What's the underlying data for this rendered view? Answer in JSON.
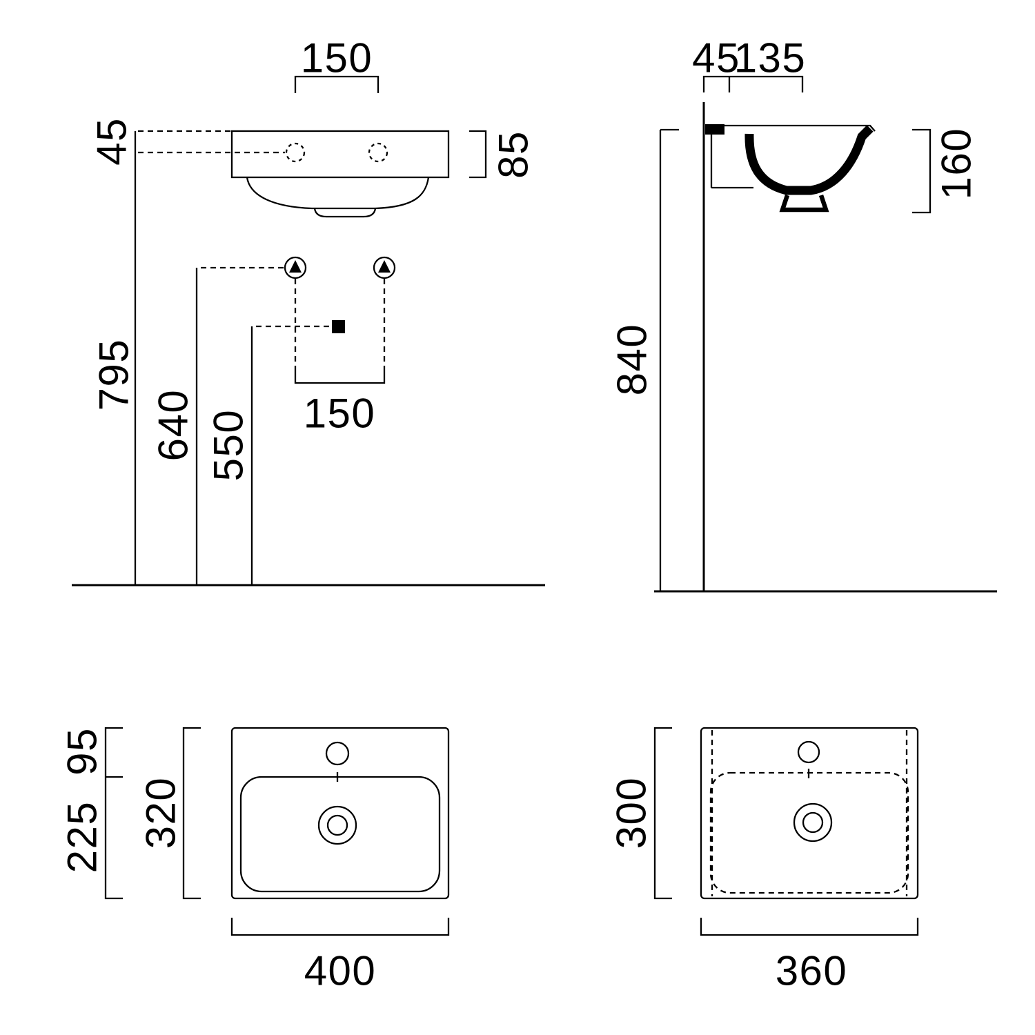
{
  "front_view": {
    "dim_tap_spacing_top": "150",
    "dim_rim_to_tap": "45",
    "dim_front_height": "85",
    "dim_tap_height": "795",
    "dim_supply_height": "640",
    "dim_waste_height": "550",
    "dim_supply_spacing": "150"
  },
  "side_view": {
    "dim_wall_offset": "45",
    "dim_tap_to_front": "135",
    "dim_mounting_height": "840",
    "dim_basin_height": "160"
  },
  "plan_view_left": {
    "dim_deck_depth": "95",
    "dim_basin_depth": "225",
    "dim_total_depth": "320",
    "dim_width": "400"
  },
  "plan_view_right": {
    "dim_total_depth": "300",
    "dim_width": "360"
  },
  "colors": {
    "line": "#000000",
    "bg": "#ffffff"
  }
}
